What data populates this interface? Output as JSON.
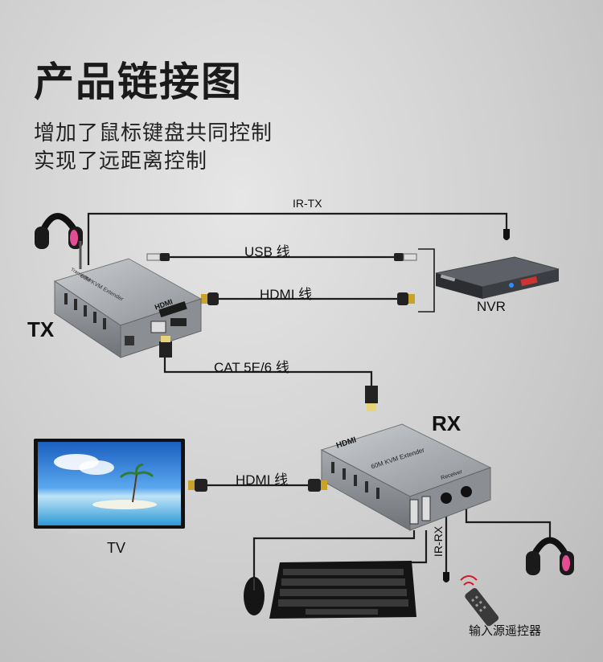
{
  "header": {
    "title": "产品链接图",
    "subtitle_line1": "增加了鼠标键盘共同控制",
    "subtitle_line2": "实现了远距离控制"
  },
  "cables": {
    "ir_tx": "IR-TX",
    "usb": "USB 线",
    "hdmi_top": "HDMI 线",
    "cat": "CAT 5E/6 线",
    "hdmi_bottom": "HDMI 线",
    "ir_rx": "IR-RX"
  },
  "devices": {
    "tx_label": "TX",
    "rx_label": "RX",
    "nvr_label": "NVR",
    "tv_label": "TV",
    "remote_label": "输入源遥控器",
    "tx_box_text": "60M KVM Extender",
    "tx_box_sub": "Transmitter",
    "rx_box_text": "60M KVM Extender",
    "rx_box_sub": "Receiver",
    "hdmi_logo": "HDMI"
  },
  "colors": {
    "cable": "#1c1c1c",
    "box_gray": "#9a9ea3",
    "tv_sky": "#2a7fd8"
  }
}
